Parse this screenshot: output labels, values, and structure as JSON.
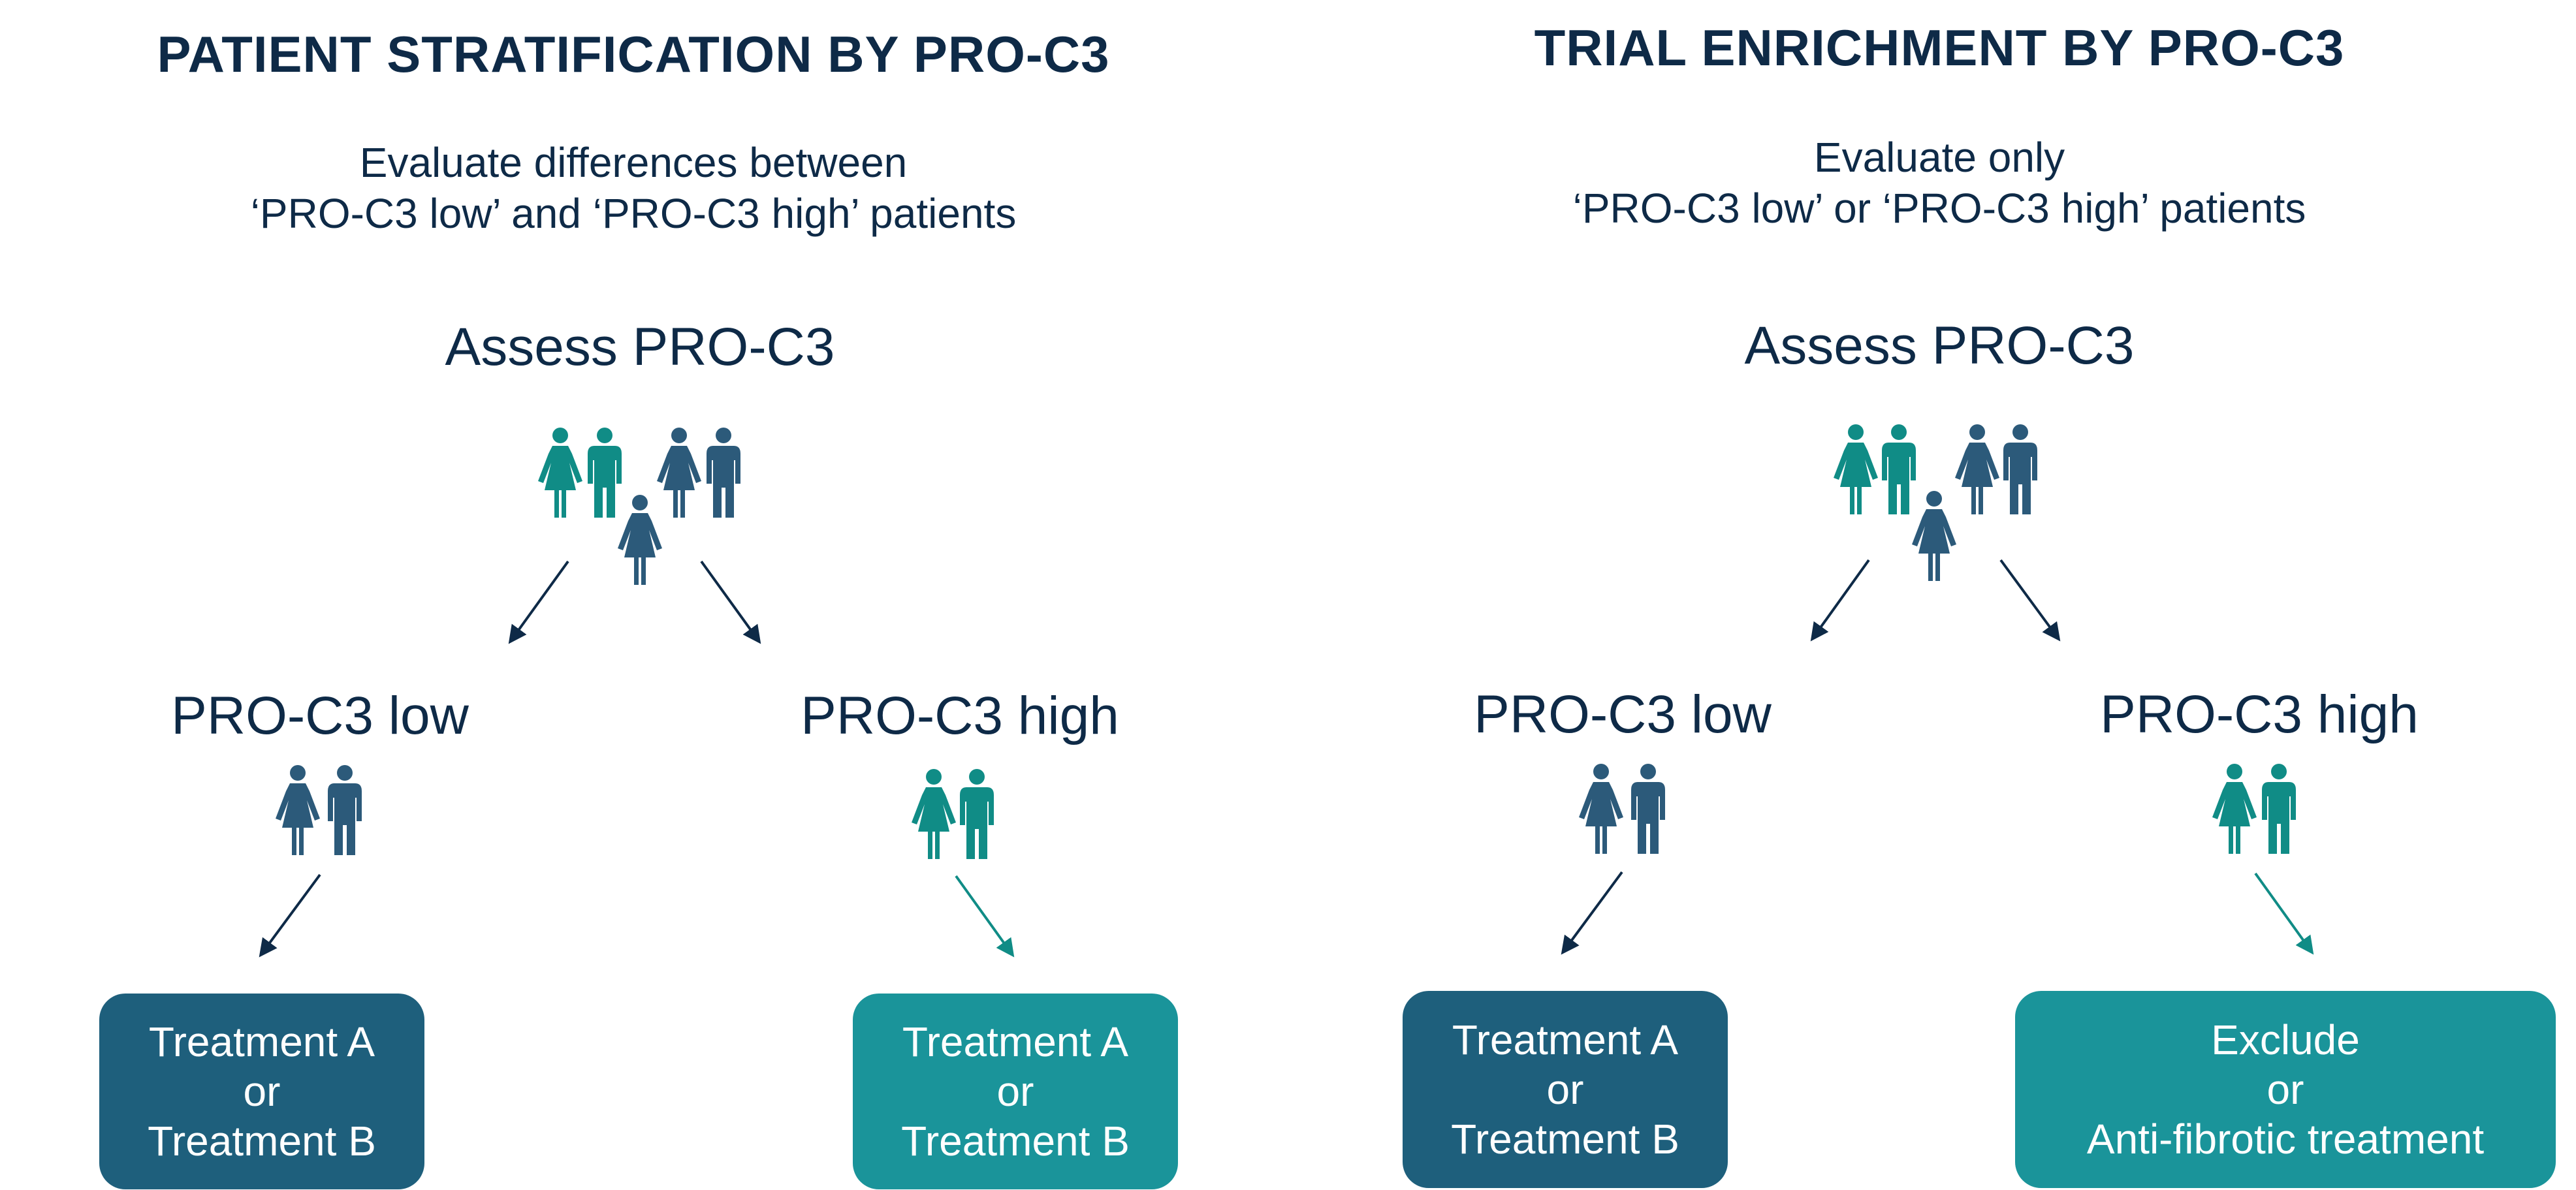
{
  "panels": [
    {
      "title": "PATIENT STRATIFICATION BY PRO-C3",
      "subtitle": [
        "Evaluate differences between",
        "‘PRO-C3 low’ and ‘PRO-C3 high’ patients"
      ],
      "assess": "Assess PRO-C3",
      "low_label": "PRO-C3 low",
      "high_label": "PRO-C3 high",
      "low_box": [
        "Treatment A",
        "or",
        "Treatment B"
      ],
      "high_box": [
        "Treatment A",
        "or",
        "Treatment B"
      ]
    },
    {
      "title": "TRIAL ENRICHMENT BY PRO-C3",
      "subtitle": [
        "Evaluate only",
        "‘PRO-C3 low’ or ‘PRO-C3 high’ patients"
      ],
      "assess": "Assess PRO-C3",
      "low_label": "PRO-C3 low",
      "high_label": "PRO-C3 high",
      "low_box": [
        "Treatment A",
        "or",
        "Treatment B"
      ],
      "high_box": [
        "Exclude",
        "or",
        "Anti-fibrotic treatment"
      ]
    }
  ],
  "colors": {
    "navy_text": "#0e2a47",
    "dark_person": "#2c5a7a",
    "teal_person": "#108c86",
    "dark_box": "#1e5f7c",
    "teal_box": "#1a949a"
  },
  "icons": [
    "woman-icon",
    "man-icon"
  ]
}
